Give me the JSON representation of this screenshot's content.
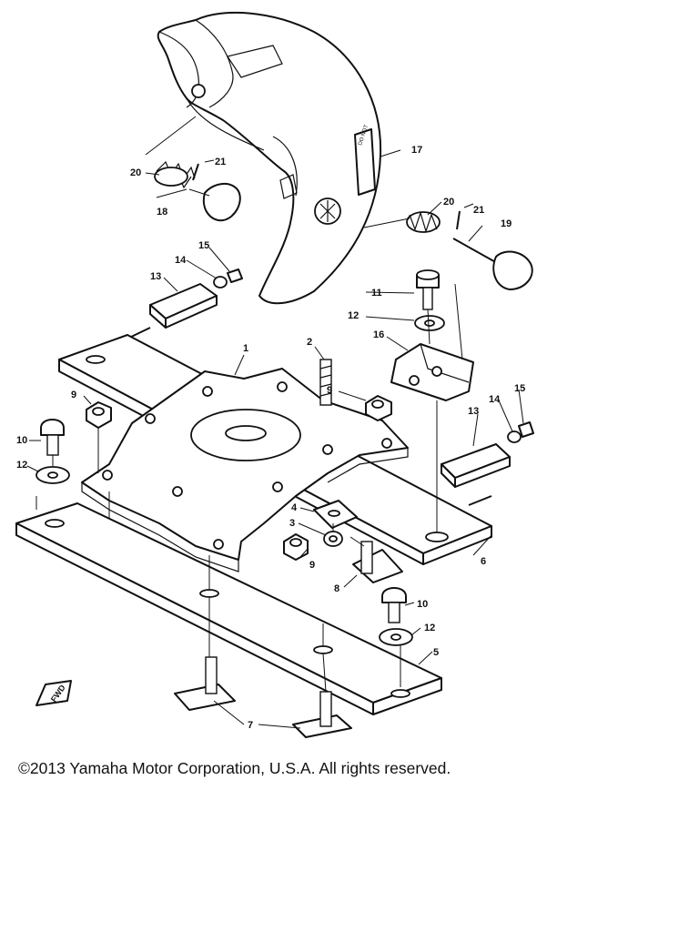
{
  "labels": {
    "p1": "1",
    "p2": "2",
    "p3": "3",
    "p4": "4",
    "p5": "5",
    "p6": "6",
    "p7": "7",
    "p8": "8",
    "p9a": "9",
    "p9b": "9",
    "p9c": "9",
    "p10a": "10",
    "p10b": "10",
    "p11": "11",
    "p12a": "12",
    "p12b": "12",
    "p12c": "12",
    "p13a": "13",
    "p13b": "13",
    "p14a": "14",
    "p14b": "14",
    "p15a": "15",
    "p15b": "15",
    "p16": "16",
    "p17": "17",
    "p18": "18",
    "p19": "19",
    "p20a": "20",
    "p20b": "20",
    "p21a": "21",
    "p21b": "21"
  },
  "fwd_label": "FWD",
  "copyright": "©2013 Yamaha Motor Corporation, U.S.A. All rights reserved."
}
